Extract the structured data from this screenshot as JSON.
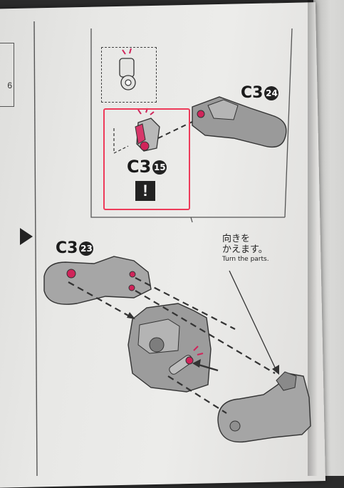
{
  "callouts": {
    "c3_24": {
      "part": "C3",
      "number": "24"
    },
    "c3_15": {
      "part": "C3",
      "number": "15"
    },
    "c3_23": {
      "part": "C3",
      "number": "23"
    }
  },
  "warning_symbol": "!",
  "note": {
    "japanese_line1": "向きを",
    "japanese_line2": "かえます。",
    "english": "Turn the parts."
  },
  "left_fragment_number": "6",
  "colors": {
    "highlight": "#ee3b5a",
    "part_gray": "#9a9a9a",
    "pin_red": "#d0245a"
  }
}
